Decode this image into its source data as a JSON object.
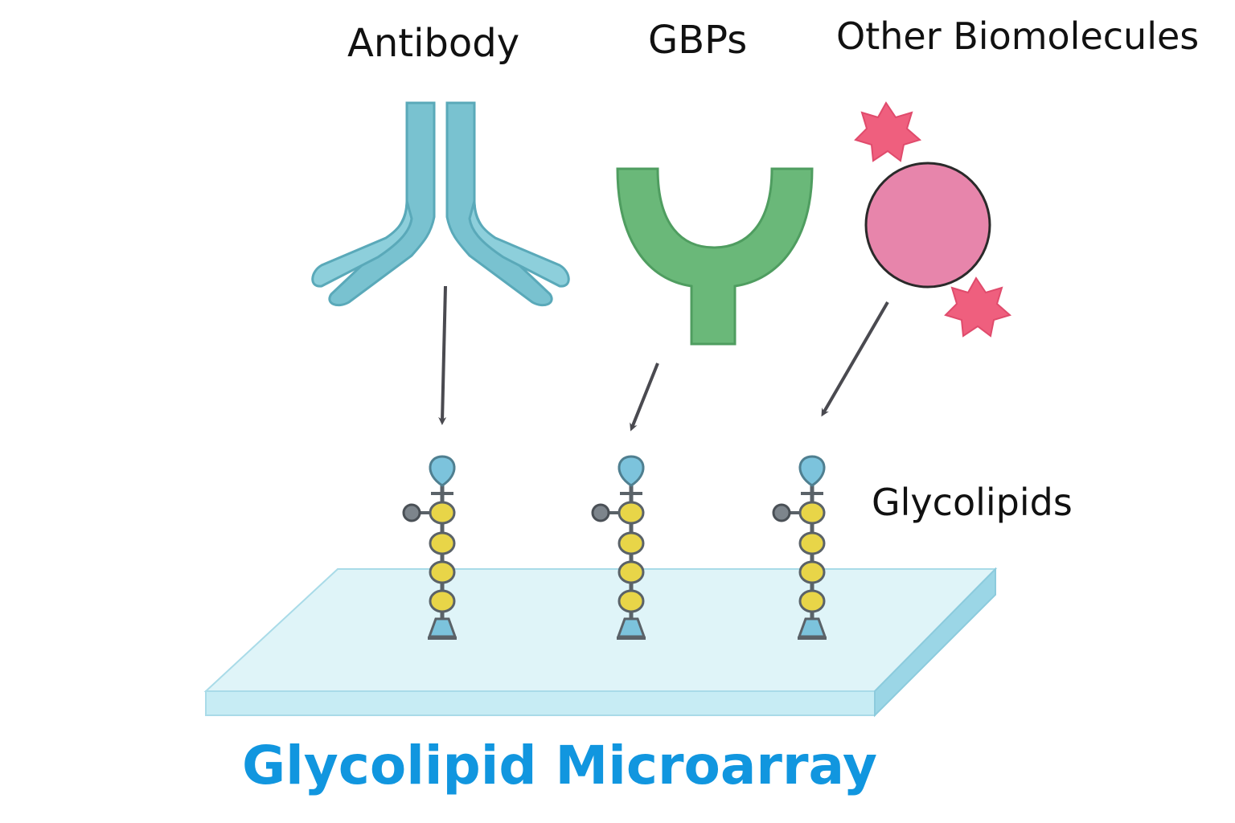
{
  "labels": {
    "antibody": "Antibody",
    "gbps": "GBPs",
    "other": "Other Biomolecules",
    "glycolipids": "Glycolipids",
    "title": "Glycolipid Microarray"
  },
  "colors": {
    "antibody": "#79c2d0",
    "antibody_edge": "#5aa9b9",
    "gbp": "#6ab879",
    "gbp_edge": "#4f9d60",
    "sphere": "#e785ab",
    "star": "#ef5f7e",
    "arrow": "#4a4a50",
    "bead_yellow": "#e8d548",
    "bead_blue": "#7cc3dc",
    "bead_gray": "#7d858c",
    "slide_top": "#dff4f8",
    "slide_front": "#c7ecf4",
    "slide_side": "#9bd6e6",
    "slide_edge": "#a9dbe8",
    "title": "#1196df"
  },
  "icons": [
    "antibody-icon",
    "gbp-icon",
    "biomolecule-sphere-icon",
    "star-icon",
    "arrow-icon",
    "glycolipid-icon",
    "microarray-slide"
  ]
}
